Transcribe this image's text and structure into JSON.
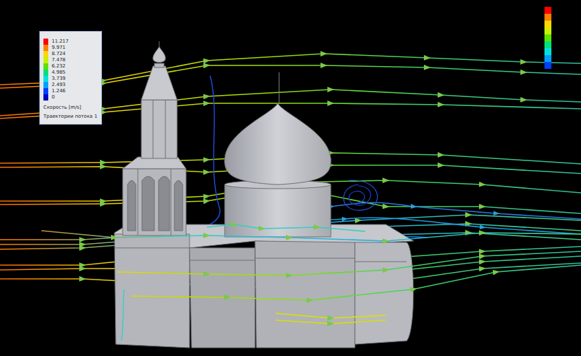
{
  "diagram": {
    "labels": [
      "Скорость [m/s]",
      "Траектории потока 1"
    ],
    "legend": [
      {
        "text": "11.217",
        "color": "#ff0000"
      },
      {
        "text": "9.971",
        "color": "#ff7f00"
      },
      {
        "text": "8.724",
        "color": "#ffd800"
      },
      {
        "text": "7.478",
        "color": "#c8f000"
      },
      {
        "text": "6.232",
        "color": "#5ee000"
      },
      {
        "text": "4.985",
        "color": "#00e07a"
      },
      {
        "text": "3.739",
        "color": "#00e0e0"
      },
      {
        "text": "2.493",
        "color": "#00a0ff"
      },
      {
        "text": "1.246",
        "color": "#0040ff"
      },
      {
        "text": "0",
        "color": "#0000c0"
      }
    ]
  }
}
